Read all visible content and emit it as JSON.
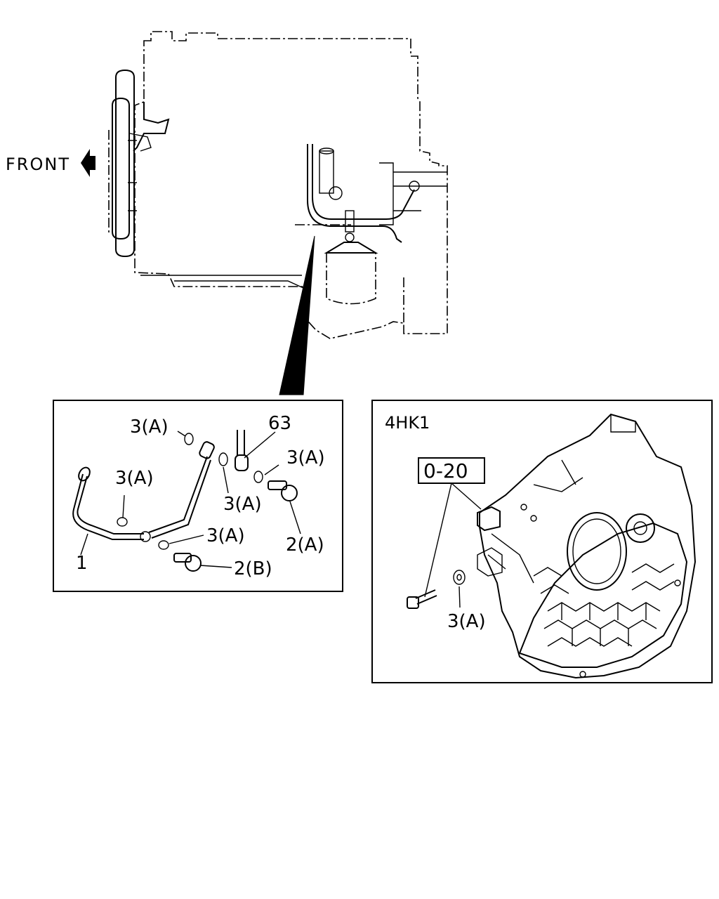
{
  "direction": {
    "label": "FRONT",
    "icon": "arrow-left-icon"
  },
  "detail_left": {
    "callouts": {
      "c1": "3(A)",
      "c2": "63",
      "c3": "3(A)",
      "c4": "3(A)",
      "c5": "3(A)",
      "c6": "3(A)",
      "c7": "2(A)",
      "c8": "1",
      "c9": "2(B)"
    }
  },
  "detail_right": {
    "model": "4HK1",
    "reference": "0-20",
    "callout": "3(A)"
  }
}
